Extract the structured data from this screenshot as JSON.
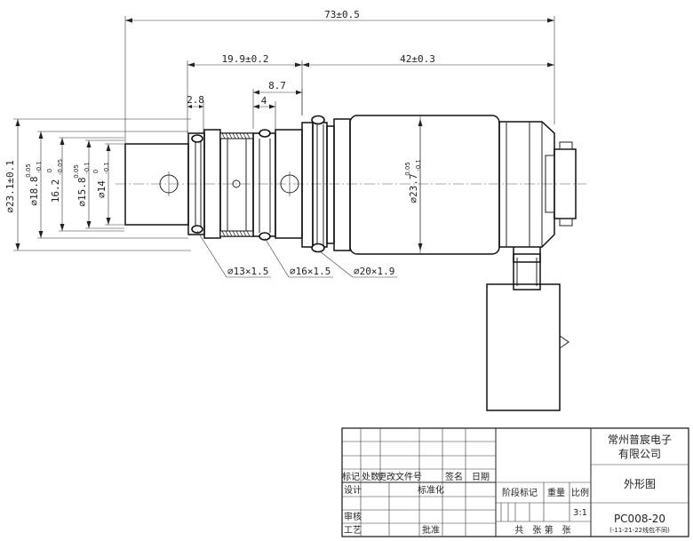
{
  "dimensions": {
    "overall_length": "73±0.5",
    "left_length": "19.9±0.2",
    "right_length": "42±0.3",
    "groove_87": "8.7",
    "groove_4": "4",
    "width_28": "2.8",
    "dia_231": "∅23.1±0.1",
    "dia_188": "∅18.8",
    "dia_188_tol_up": "0.05",
    "dia_188_tol_low": "-0.1",
    "dia_162": "16.2",
    "dia_162_tol_up": "0",
    "dia_162_tol_low": "-0.05",
    "dia_158": "∅15.8",
    "dia_158_tol_up": "0.05",
    "dia_158_tol_low": "-0.1",
    "dia_14": "∅14",
    "dia_14_tol_up": "0",
    "dia_14_tol_low": "-0.1",
    "dia_237": "∅23.7",
    "dia_237_tol_up": "0.05",
    "dia_237_tol_low": "-0.1",
    "oring_1": "∅13×1.5",
    "oring_2": "∅16×1.5",
    "oring_3": "∅20×1.9"
  },
  "title_block": {
    "company_line1": "常州普宸电子",
    "company_line2": "有限公司",
    "drawing_name": "外形图",
    "part_number": "PC008-20",
    "part_note": "(-11-21-22线包不同)",
    "scale": "3:1",
    "label_mark": "标记",
    "label_count": "处数",
    "label_change_doc": "更改文件号",
    "label_sign": "签名",
    "label_date": "日期",
    "label_design": "设计",
    "label_standard": "标准化",
    "label_stage": "阶段标记",
    "label_weight": "重量",
    "label_ratio": "比例",
    "label_check": "审核",
    "label_process": "工艺",
    "label_approve": "批准",
    "label_sheets": "共　张 第　张"
  }
}
